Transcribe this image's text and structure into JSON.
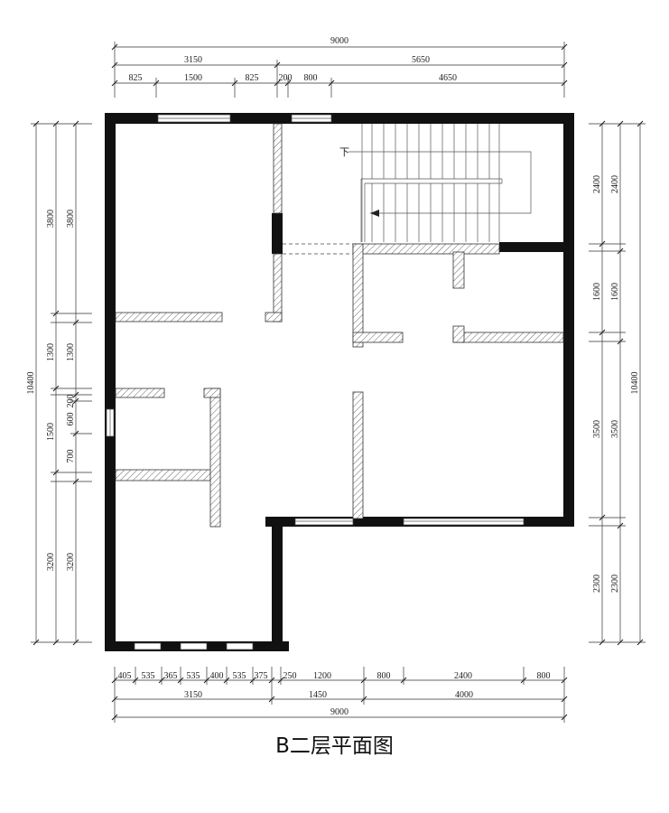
{
  "title": "B二层平面图",
  "stair_label": "下",
  "dims": {
    "top_total": "9000",
    "top_mid": [
      "3150",
      "5650"
    ],
    "top_detail": [
      "825",
      "1500",
      "825",
      "200",
      "800",
      "4650"
    ],
    "bottom_detail": [
      "405",
      "535",
      "365",
      "535",
      "400",
      "535",
      "375",
      "250",
      "1200",
      "800",
      "2400",
      "800"
    ],
    "bottom_mid": [
      "3150",
      "1450",
      "4000"
    ],
    "bottom_total": "9000",
    "left_total": "10400",
    "left_outer": [
      "3800",
      "1300",
      "1500",
      "3200"
    ],
    "left_inner": [
      "3800",
      "1300",
      "200",
      "600",
      "700",
      "3200"
    ],
    "right_total": "10400",
    "right_outer": [
      "2400",
      "1600",
      "3500",
      "2300"
    ],
    "right_inner": [
      "2400",
      "1600",
      "3500",
      "2300"
    ]
  },
  "colors": {
    "wall": "#111111",
    "line": "#333333"
  }
}
